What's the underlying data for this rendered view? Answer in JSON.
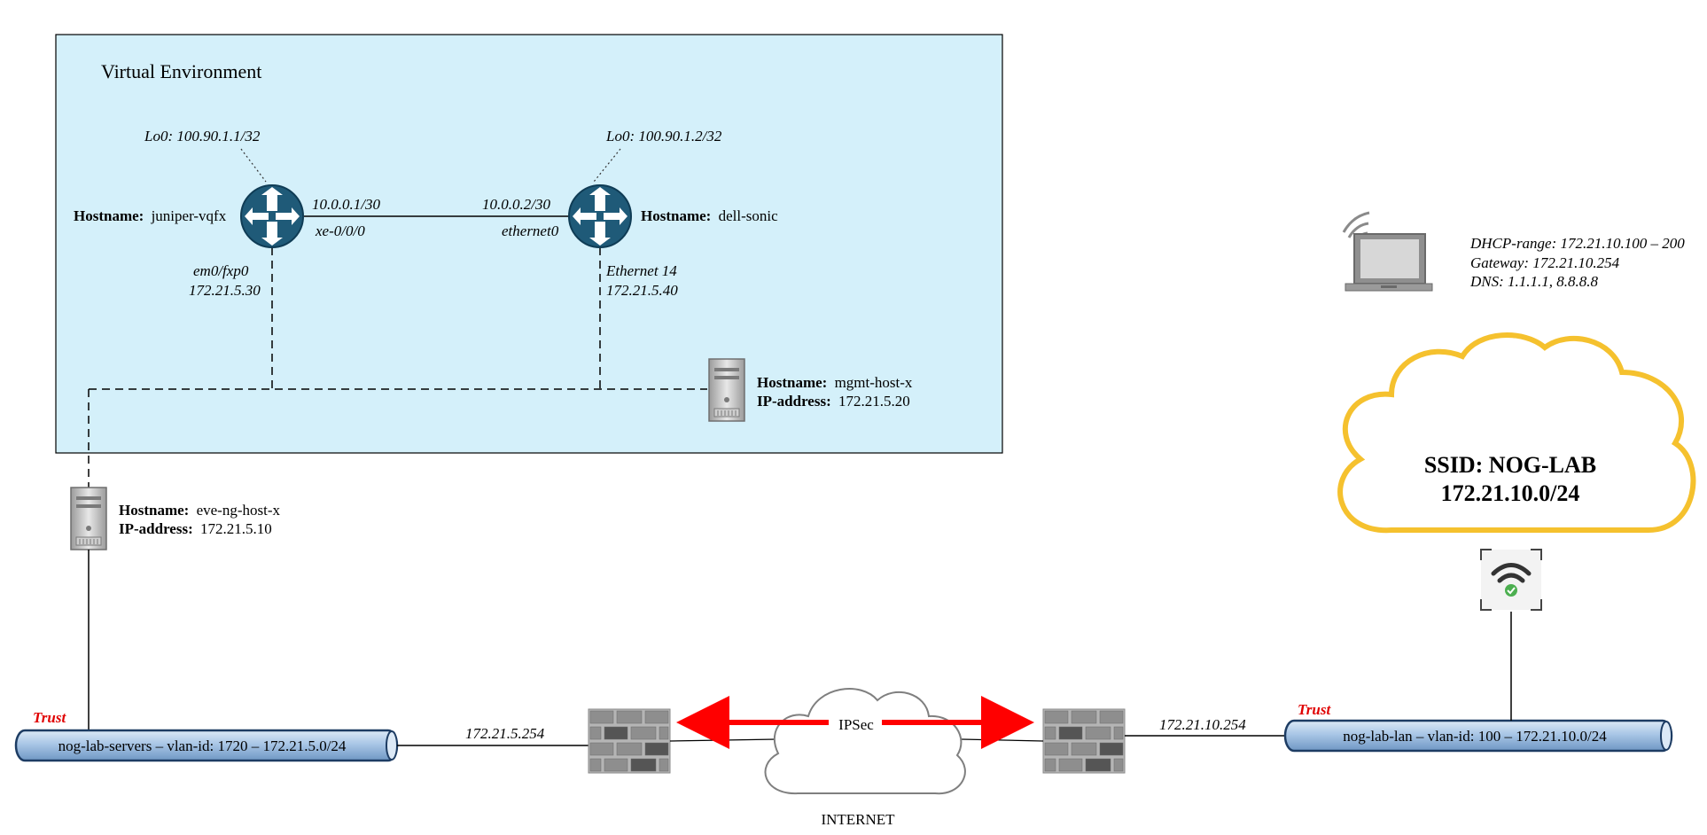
{
  "colors": {
    "virtual_env_fill": "#d4f0fa",
    "router_fill": "#1f5a78",
    "cloud_stroke": "#f5c12e",
    "arrow": "#ff0000",
    "trust": "#e00000",
    "pipe_fill": "#a9c6e6"
  },
  "virtual_env": {
    "title": "Virtual Environment"
  },
  "routers": {
    "left": {
      "icon": "router-icon",
      "hostname_key": "Hostname:",
      "hostname_value": "juniper-vqfx",
      "loopback": "Lo0: 100.90.1.1/32",
      "link_ip": "10.0.0.1/30",
      "link_if": "xe-0/0/0",
      "mgmt_if": "em0/fxp0",
      "mgmt_ip": "172.21.5.30"
    },
    "right": {
      "icon": "router-icon",
      "hostname_key": "Hostname:",
      "hostname_value": "dell-sonic",
      "loopback": "Lo0: 100.90.1.2/32",
      "link_ip": "10.0.0.2/30",
      "link_if": "ethernet0",
      "mgmt_if": "Ethernet 14",
      "mgmt_ip": "172.21.5.40"
    }
  },
  "servers": {
    "mgmt": {
      "icon": "server-icon",
      "hostname_key": "Hostname:",
      "hostname_value": "mgmt-host-x",
      "ip_key": "IP-address:",
      "ip_value": "172.21.5.20"
    },
    "eve": {
      "icon": "server-icon",
      "hostname_key": "Hostname:",
      "hostname_value": "eve-ng-host-x",
      "ip_key": "IP-address:",
      "ip_value": "172.21.5.10"
    }
  },
  "laptop": {
    "icon": "wireless-laptop-icon",
    "dhcp": "DHCP-range: 172.21.10.100 – 200",
    "gateway": "Gateway: 172.21.10.254",
    "dns": "DNS: 1.1.1.1, 8.8.8.8"
  },
  "wifi_cloud": {
    "ssid": "SSID: NOG-LAB",
    "subnet": "172.21.10.0/24"
  },
  "access_point": {
    "icon": "wifi-access-point-icon"
  },
  "segments": {
    "left": {
      "trust": "Trust",
      "label": "nog-lab-servers – vlan-id: 1720  – 172.21.5.0/24",
      "gateway_ip": "172.21.5.254"
    },
    "right": {
      "trust": "Trust",
      "label": "nog-lab-lan – vlan-id: 100 – 172.21.10.0/24",
      "gateway_ip": "172.21.10.254"
    }
  },
  "firewalls": {
    "icon": "firewall-icon"
  },
  "internet": {
    "icon": "cloud-icon",
    "label": "INTERNET",
    "tunnel": "IPSec"
  }
}
